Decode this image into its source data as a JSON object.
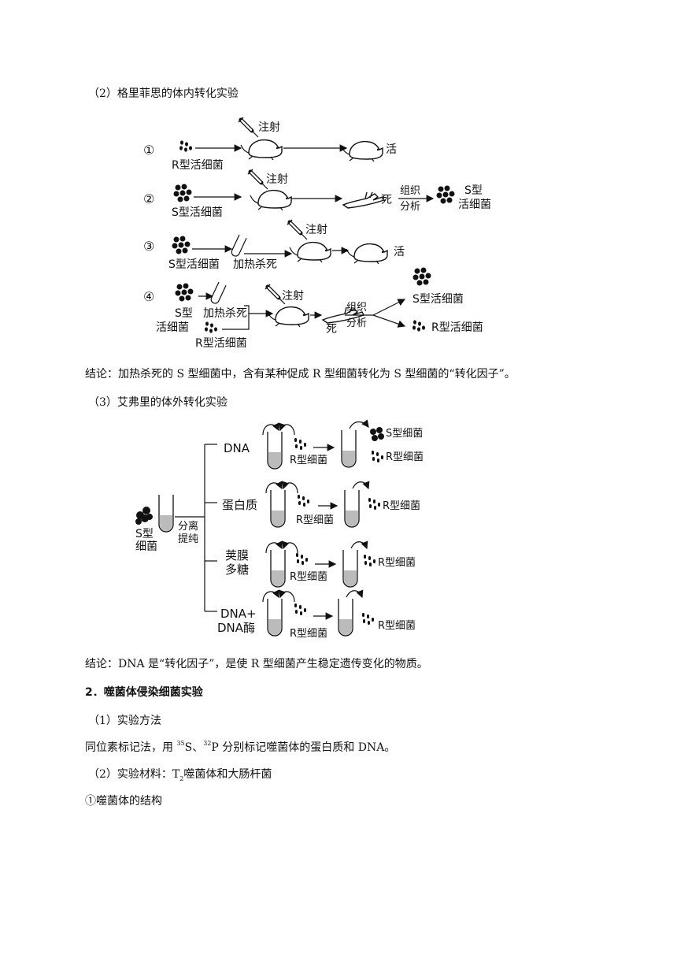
{
  "section_griffith": {
    "heading": "（2）格里菲思的体内转化实验"
  },
  "griffith": {
    "r1": {
      "num": "①",
      "label": "R型活细菌",
      "inject": "注射",
      "result": "活"
    },
    "r2": {
      "num": "②",
      "label": "S型活细菌",
      "inject": "注射",
      "dead": "死",
      "analysis_top": "组织",
      "analysis_bottom": "分析",
      "result_top": "S型",
      "result_bottom": "活细菌"
    },
    "r3": {
      "num": "③",
      "label": "S型活细菌",
      "heat": "加热杀死",
      "inject": "注射",
      "result": "活"
    },
    "r4": {
      "num": "④",
      "s_top": "S型",
      "s_bottom": "活细菌",
      "heat": "加热杀死",
      "r_label": "R型活细菌",
      "inject": "注射",
      "dead": "死",
      "analysis_top": "组织",
      "analysis_bottom": "分析",
      "result_s": "S型活细菌",
      "result_r": "R型活细菌"
    }
  },
  "conclusion1": "结论：加热杀死的 S 型细菌中，含有某种促成 R 型细菌转化为 S 型细菌的“转化因子”。",
  "section_avery": {
    "heading": "（3）艾弗里的体外转化实验"
  },
  "avery": {
    "source_top": "S型",
    "source_bottom": "细菌",
    "sep_top": "分离",
    "sep_bottom": "提纯",
    "b1": {
      "label": "DNA",
      "r": "R型细菌",
      "out1": "S型细菌",
      "out2": "R型细菌"
    },
    "b2": {
      "label": "蛋白质",
      "r": "R型细菌",
      "out": "R型细菌"
    },
    "b3": {
      "label_top": "荚膜",
      "label_bottom": "多糖",
      "r": "R型细菌",
      "out": "R型细菌"
    },
    "b4": {
      "label_top": "DNA+",
      "label_bottom": "DNA酶",
      "r": "R型细菌",
      "out": "R型细菌"
    }
  },
  "conclusion2": "结论：DNA 是“转化因子”，是使 R 型细菌产生稳定遗传变化的物质。",
  "phage": {
    "heading": "2．噬菌体侵染细菌实验",
    "method_heading": "（1）实验方法",
    "method_pre": "同位素标记法，用 ",
    "s_mass": "35",
    "s_sym": "S",
    "sep": "、",
    "p_mass": "32",
    "p_sym": "P",
    "method_post": " 分别标记噬菌体的蛋白质和 DNA。",
    "material_pre": "（2）实验材料：T",
    "material_sub": "2",
    "material_post": "噬菌体和大肠杆菌",
    "structure": "①噬菌体的结构"
  }
}
